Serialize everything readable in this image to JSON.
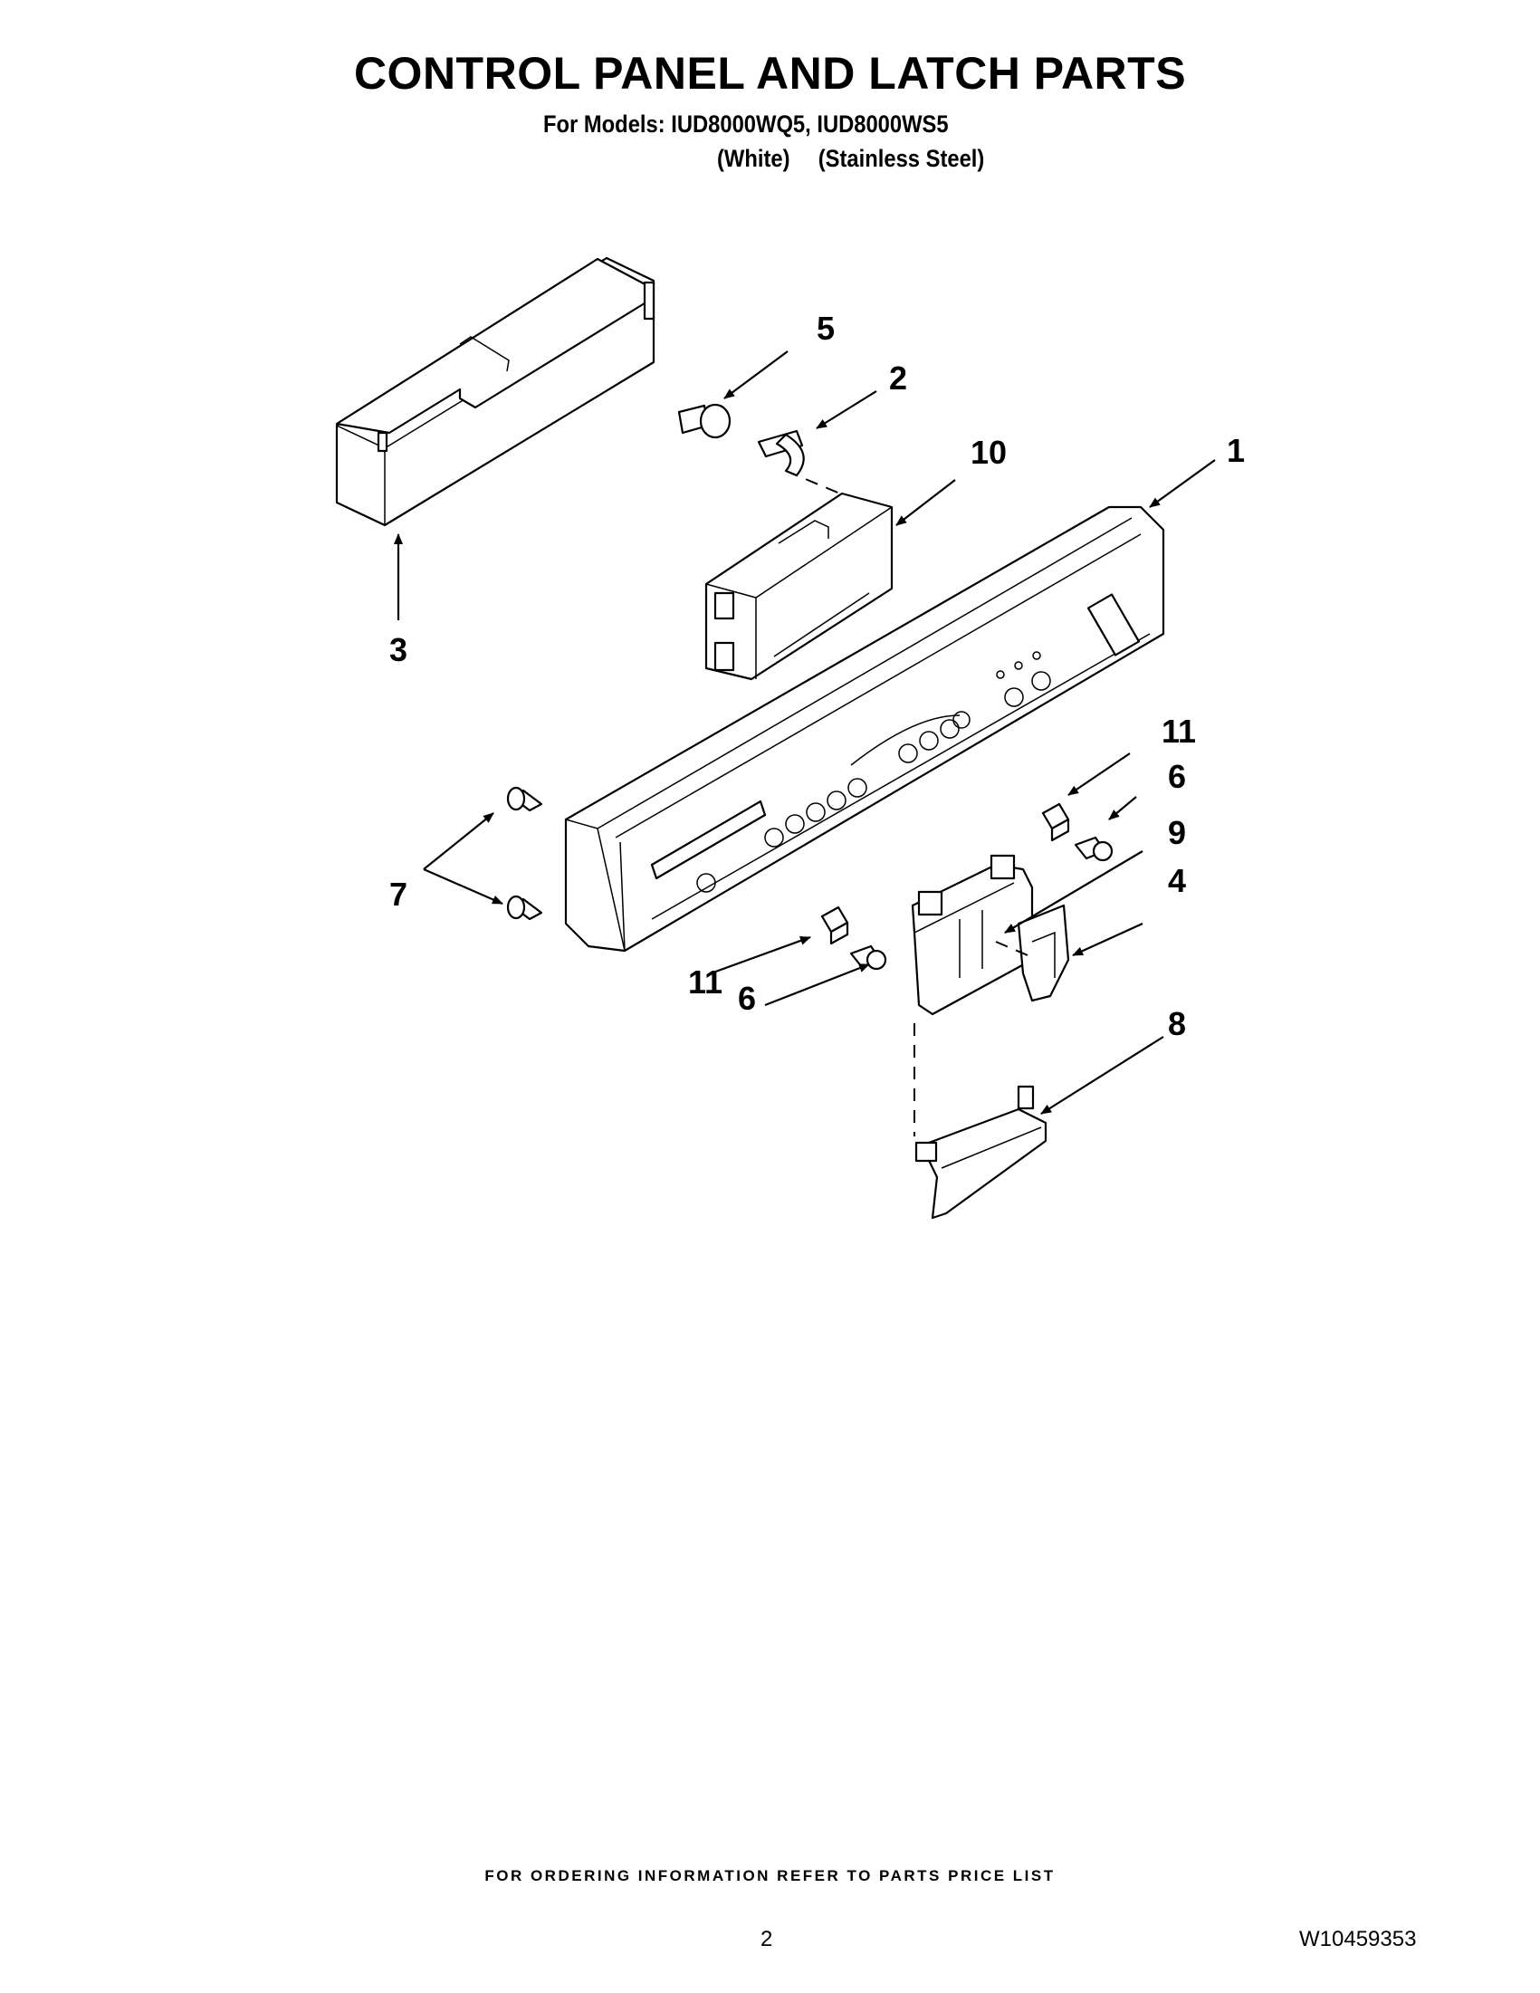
{
  "header": {
    "title": "CONTROL PANEL AND LATCH PARTS",
    "models_line": "For Models: IUD8000WQ5, IUD8000WS5",
    "variant_white": "(White)",
    "variant_stainless": "(Stainless Steel)"
  },
  "callouts": [
    "1",
    "2",
    "3",
    "4",
    "5",
    "6",
    "6",
    "7",
    "8",
    "9",
    "10",
    "11",
    "11"
  ],
  "footer": {
    "ordering_note": "FOR ORDERING INFORMATION REFER TO PARTS PRICE LIST",
    "page_number": "2",
    "document_number": "W10459353"
  }
}
